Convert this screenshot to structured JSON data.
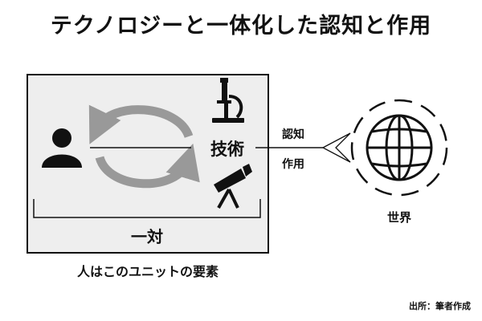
{
  "title": "テクノロジーと一体化した認知と作用",
  "technology_label": "技術",
  "cognition_label": "認知",
  "action_label": "作用",
  "world_label": "世界",
  "unity_label": "一対",
  "unit_caption": "人はこのユニットの要素",
  "source": "出所：筆者作成",
  "icons": [
    "person-icon",
    "microscope-icon",
    "telescope-icon",
    "cycle-arrows-icon",
    "globe-icon"
  ],
  "colors": {
    "box_fill": "#eeeeee",
    "arrow_gray": "#999999",
    "ink": "#111111"
  }
}
